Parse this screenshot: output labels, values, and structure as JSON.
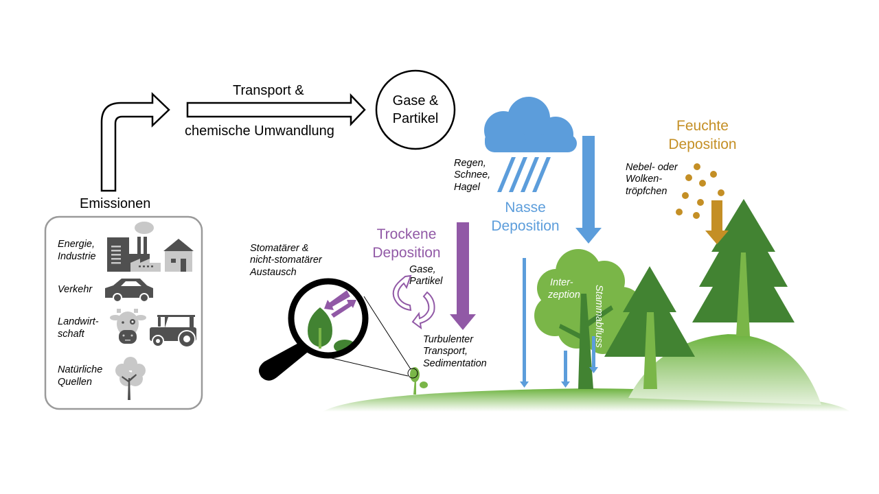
{
  "flow": {
    "emissions_label": "Emissionen",
    "transport_label_top": "Transport &",
    "transport_label_bottom": "chemische Umwandlung",
    "gases_particles_line1": "Gase &",
    "gases_particles_line2": "Partikel"
  },
  "sources": [
    {
      "line1": "Energie,",
      "line2": "Industrie",
      "icons": [
        "factory-icon",
        "house-icon"
      ]
    },
    {
      "line1": "Verkehr",
      "line2": "",
      "icons": [
        "car-icon"
      ]
    },
    {
      "line1": "Landwirt-",
      "line2": "schaft",
      "icons": [
        "cow-icon",
        "tractor-icon"
      ]
    },
    {
      "line1": "Natürliche",
      "line2": "Quellen",
      "icons": [
        "tree-icon"
      ]
    }
  ],
  "wet": {
    "title_line1": "Nasse",
    "title_line2": "Deposition",
    "precip_line1": "Regen,",
    "precip_line2": "Schnee,",
    "precip_line3": "Hagel",
    "interception_line1": "Inter-",
    "interception_line2": "zeption",
    "stemflow": "Stammabfluss"
  },
  "dry": {
    "title_line1": "Trockene",
    "title_line2": "Deposition",
    "gases_line1": "Gase,",
    "gases_line2": "Partikel",
    "turbulent_line1": "Turbulenter",
    "turbulent_line2": "Transport,",
    "turbulent_line3": "Sedimentation",
    "exchange_line1": "Stomatärer &",
    "exchange_line2": "nicht-stomatärer",
    "exchange_line3": "Austausch"
  },
  "moist": {
    "title_line1": "Feuchte",
    "title_line2": "Deposition",
    "fog_line1": "Nebel- oder",
    "fog_line2": "Wolken-",
    "fog_line3": "tröpfchen"
  },
  "colors": {
    "wet": "#5c9ddb",
    "dry": "#9159a6",
    "moist": "#c48f25",
    "dark_green": "#428332",
    "light_green": "#7ab648",
    "icon_dark": "#505050",
    "icon_light": "#c8c8c8"
  }
}
